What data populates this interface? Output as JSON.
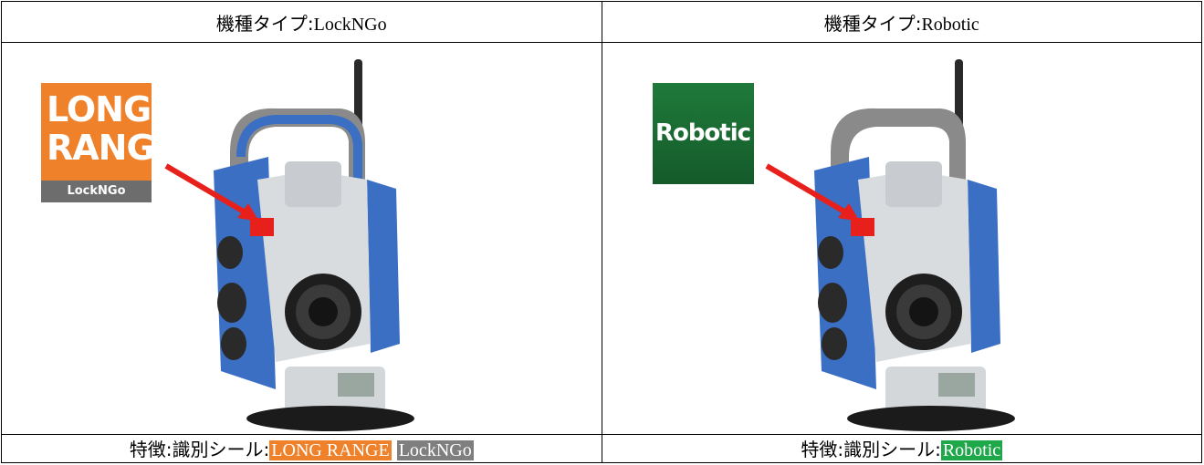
{
  "header": {
    "left": {
      "label": "機種タイプ:",
      "value": "LockNGo"
    },
    "right": {
      "label": "機種タイプ:",
      "value": "Robotic"
    }
  },
  "left_panel": {
    "badge_line1": "LONG",
    "badge_line2": "RANGE",
    "badge_sub": "LockNGo"
  },
  "right_panel": {
    "badge": "Robotic"
  },
  "footer": {
    "left": {
      "label": "特徴:識別シール:",
      "highlight1": "LONG RANGE",
      "highlight2": "LockNGo"
    },
    "right": {
      "label": "特徴:識別シール:",
      "highlight1": "Robotic"
    }
  },
  "colors": {
    "orange": "#f0812b",
    "gray": "#7f7f7f",
    "green": "#1fa84a",
    "instrument_blue": "#3a6fc4",
    "arrow_red": "#e8201c"
  }
}
